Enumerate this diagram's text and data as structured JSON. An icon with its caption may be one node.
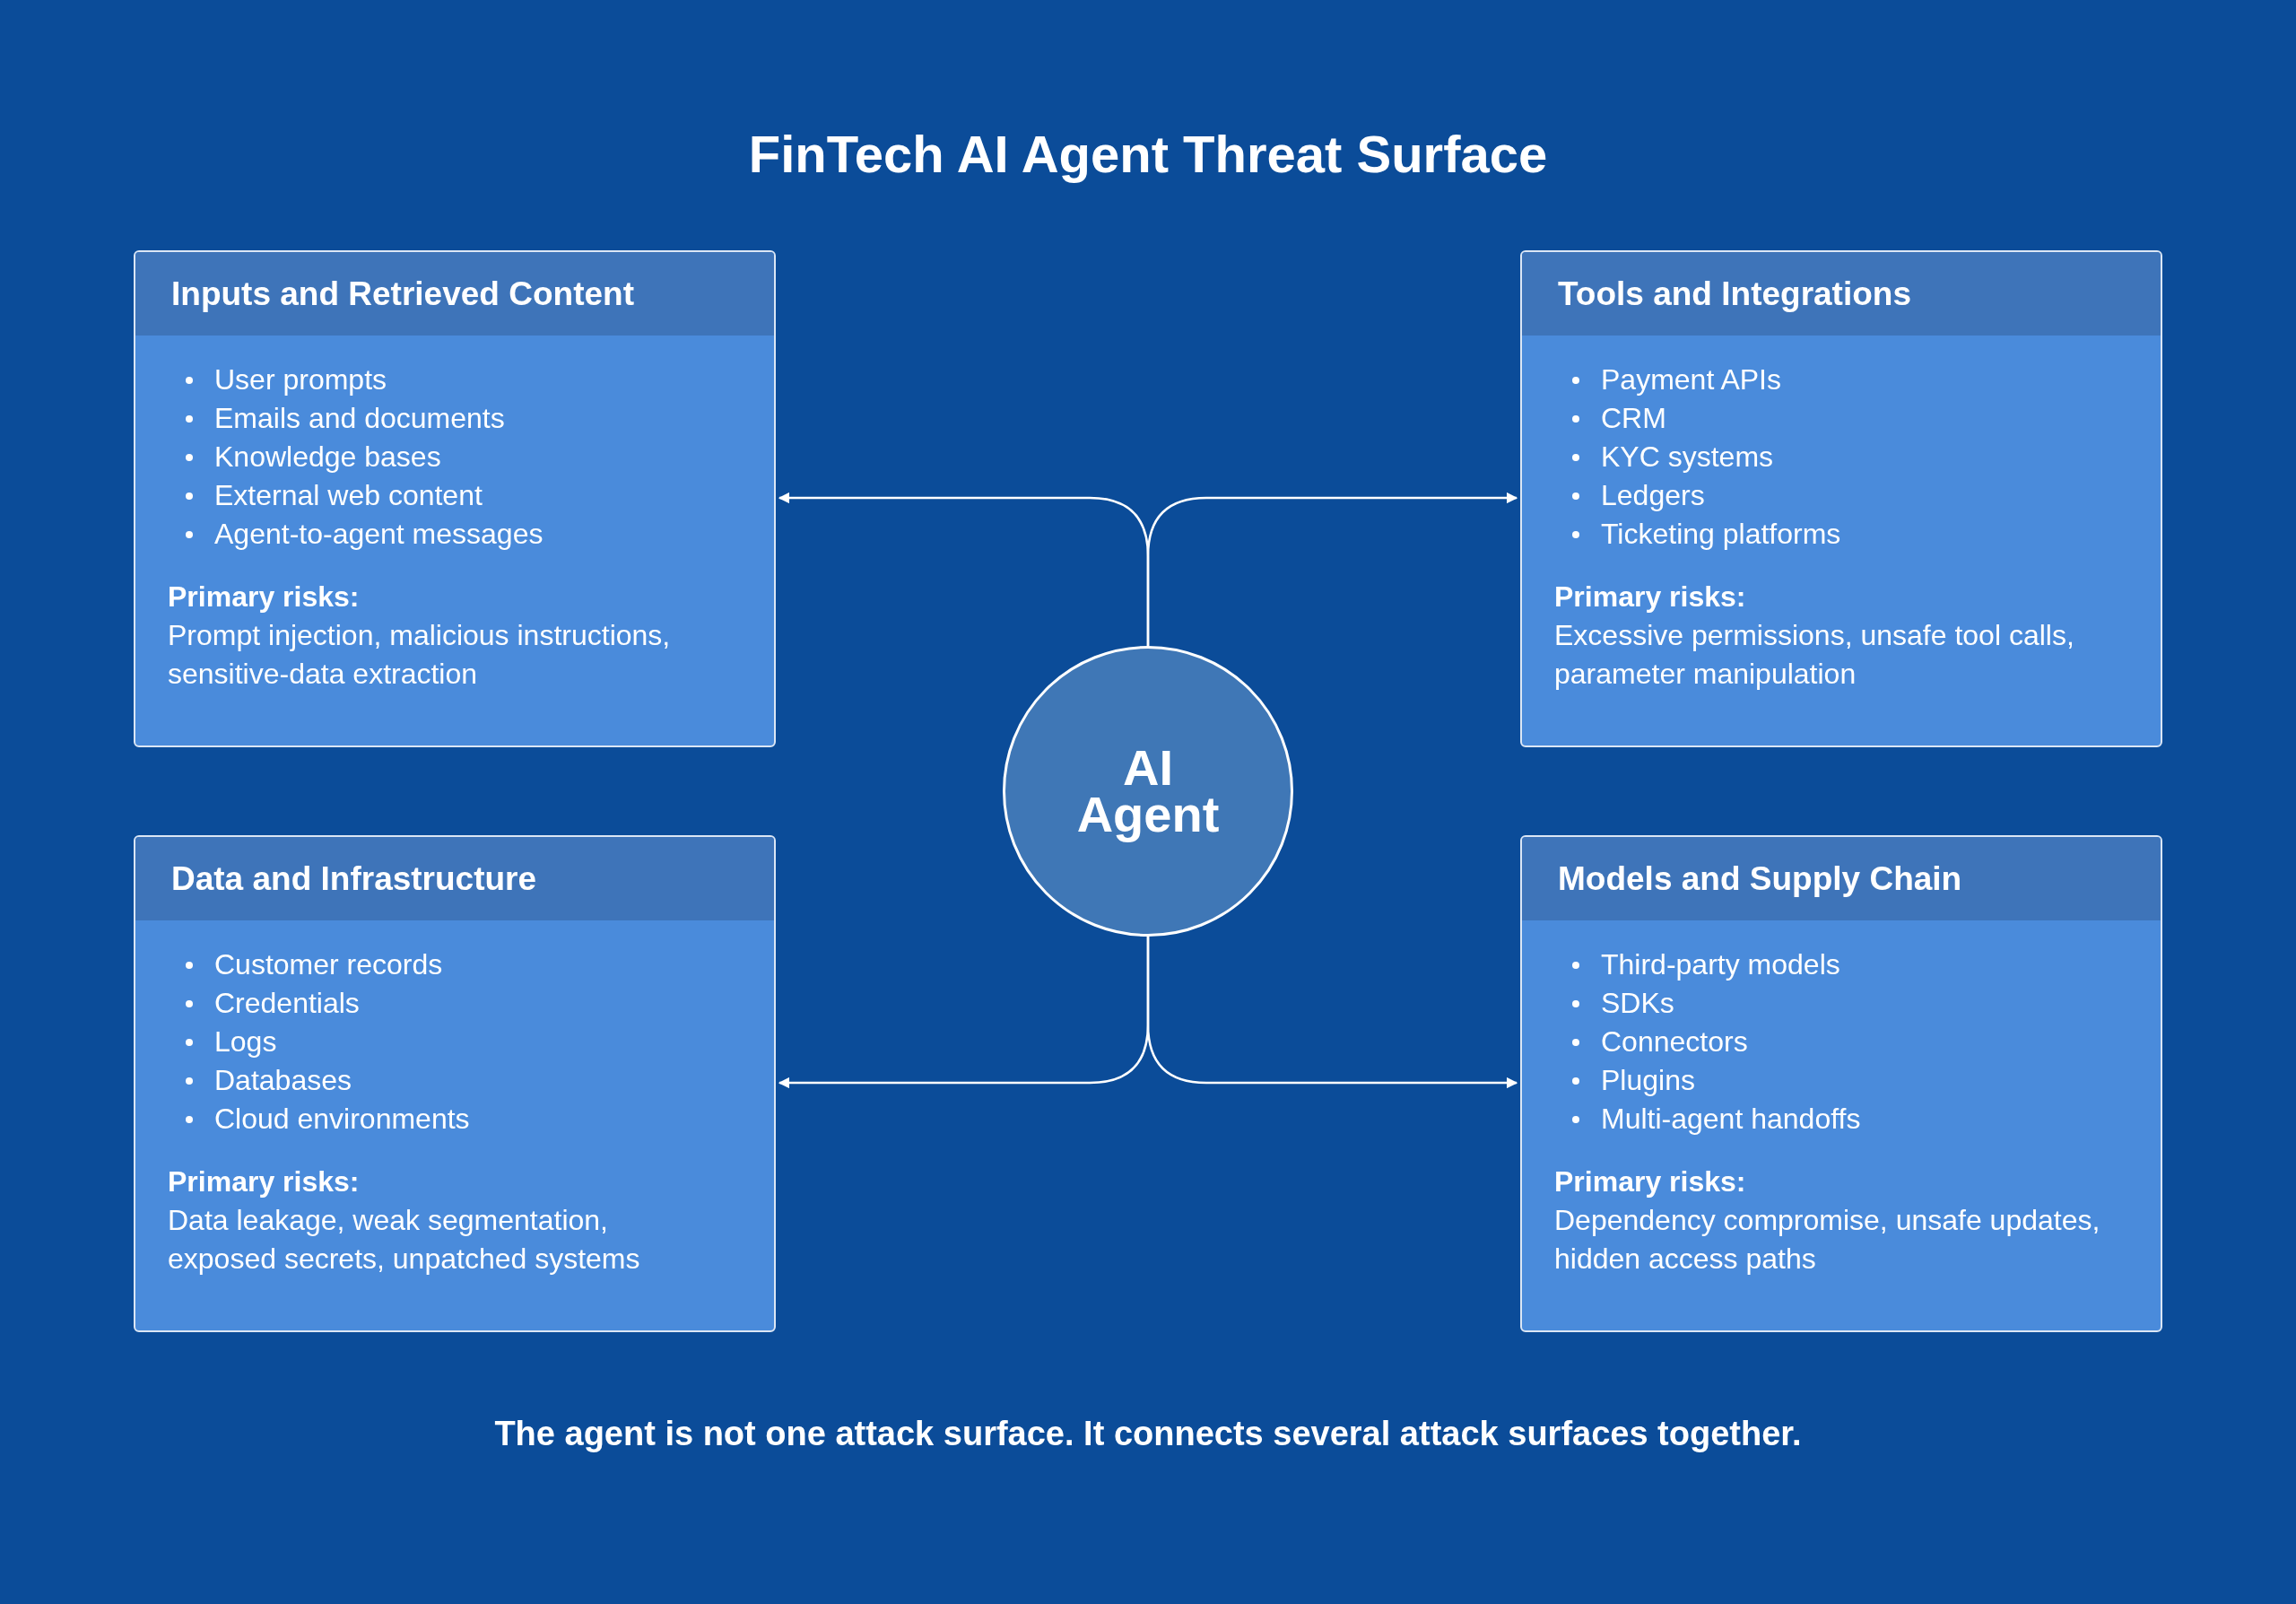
{
  "diagram": {
    "title": "FinTech AI Agent Threat Surface",
    "nodes": [
      {
        "text": [
          "Inputs and Retrieved Content",
          "User prompts",
          "Emails and documents",
          "Knowledge bases",
          "External web content",
          "Agent-to-agent messages",
          "Primary risks:",
          "Prompt injection, malicious instructions, sensitive-data extraction"
        ]
      },
      {
        "text": [
          "Tools and Integrations",
          "Payment APIs",
          "CRM",
          "KYC systems",
          "Ledgers",
          "Ticketing platforms",
          "Primary risks:",
          "Excessive permissions, unsafe tool calls, parameter manipulation"
        ]
      },
      {
        "text": [
          "AI Agent"
        ]
      },
      {
        "text": [
          "Data and Infrastructure",
          "Customer records",
          "Credentials",
          "Logs",
          "Databases",
          "Cloud environments",
          "Primary risks:",
          "Data leakage, weak segmentation, exposed secrets, unpatched systems"
        ]
      },
      {
        "text": [
          "Models and Supply Chain",
          "Third-party models",
          "SDKs",
          "Connectors",
          "Plugins",
          "Multi-agent handoffs",
          "Primary risks:",
          "Dependency compromise, unsafe updates, hidden access paths"
        ]
      }
    ],
    "edges": [
      {
        "from": 2,
        "to": 0,
        "arrow": "to"
      },
      {
        "from": 2,
        "to": 1,
        "arrow": "to"
      },
      {
        "from": 2,
        "to": 3,
        "arrow": "to"
      },
      {
        "from": 2,
        "to": 4,
        "arrow": "to"
      }
    ],
    "labels": [
      "The agent is not one attack surface. It connects several attack surfaces together."
    ]
  }
}
